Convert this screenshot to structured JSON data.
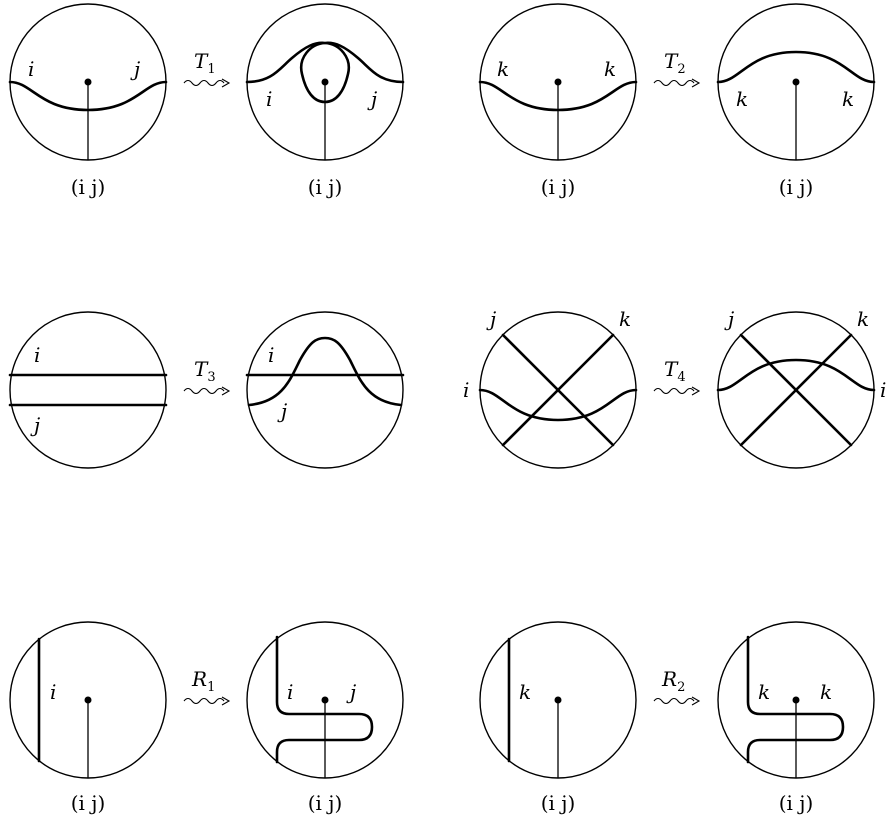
{
  "moves": {
    "t1": {
      "letter": "T",
      "index": "1"
    },
    "t2": {
      "letter": "T",
      "index": "2"
    },
    "t3": {
      "letter": "T",
      "index": "3"
    },
    "t4": {
      "letter": "T",
      "index": "4"
    },
    "r1": {
      "letter": "R",
      "index": "1"
    },
    "r2": {
      "letter": "R",
      "index": "2"
    }
  },
  "labels": {
    "i": "i",
    "j": "j",
    "k": "k"
  },
  "caption": "(i j)"
}
